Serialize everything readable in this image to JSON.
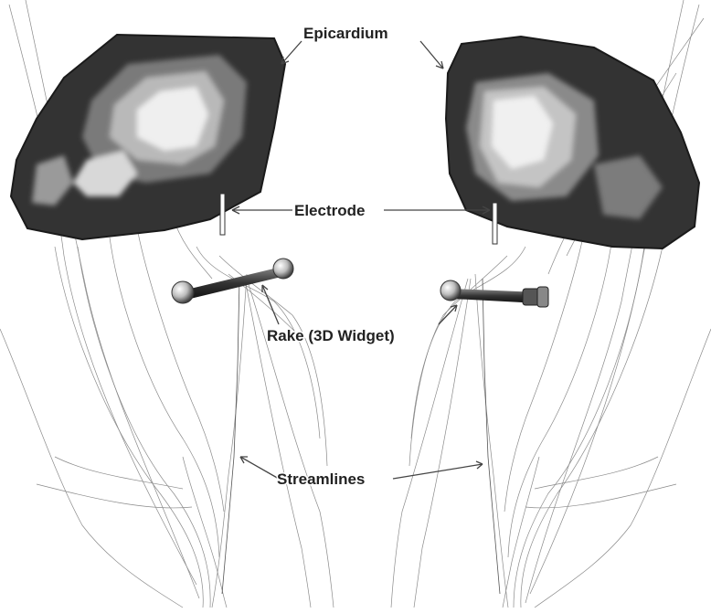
{
  "labels": {
    "epicardium": "Epicardium",
    "electrode": "Electrode",
    "rake": "Rake (3D Widget)",
    "streamlines": "Streamlines"
  },
  "colors": {
    "background": "#ffffff",
    "surface_dark": "#333333",
    "surface_light": "#f2f2f2",
    "streamline": "#8a8a8a"
  }
}
